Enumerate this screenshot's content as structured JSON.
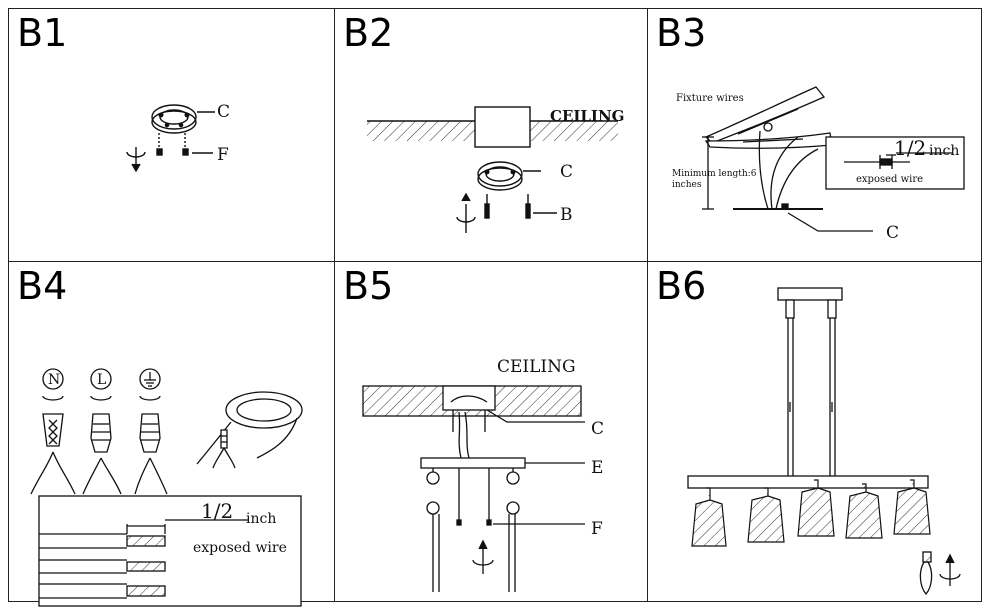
{
  "panels": {
    "b1": {
      "title": "B1",
      "labels": {
        "c": "C",
        "f": "F"
      }
    },
    "b2": {
      "title": "B2",
      "labels": {
        "ceiling": "CEILING",
        "c": "C",
        "b": "B"
      }
    },
    "b3": {
      "title": "B3",
      "labels": {
        "fixture_wires": "Fixture wires",
        "min_length": "Minimum length:6",
        "inches": "inches",
        "half": "1/2",
        "inch": "inch",
        "exposed": "exposed wire",
        "c": "C"
      }
    },
    "b4": {
      "title": "B4",
      "labels": {
        "n": "N",
        "l": "L",
        "half": "1/2",
        "inch": "inch",
        "exposed": "exposed wire"
      }
    },
    "b5": {
      "title": "B5",
      "labels": {
        "ceiling": "CEILING",
        "c": "C",
        "e": "E",
        "f": "F"
      }
    },
    "b6": {
      "title": "B6"
    }
  }
}
